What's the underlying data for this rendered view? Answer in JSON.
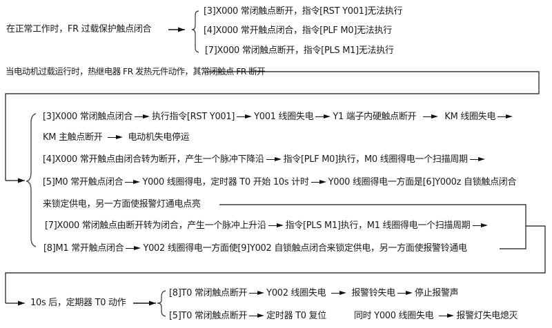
{
  "normal": {
    "condition": "在正常工作时，FR 过载保护触点闭合",
    "results": [
      "[3]X000 常闭触点断开，指令[RST Y001]无法执行",
      "[4]X000 常开触点闭合，指令[PLF M0]无法执行",
      "[7]X000 常闭触点断开，指令[PLS M1]无法执行"
    ]
  },
  "overload": {
    "condition": "当电动机过载运行时，热继电器 FR 发热元件动作，其常闭触点 FR 断开"
  },
  "sequence": {
    "row1": [
      "[3]X000 常闭触点闭合",
      "执行指令[RST Y001]",
      "Y001 线圈失电",
      "Y1 端子内硬触点断开",
      "KM 线圈失电"
    ],
    "row2": [
      "KM 主触点断开",
      "电动机失电停运"
    ],
    "row3": [
      "[4]X000 常开触点由闭合转为断开，产生一个脉冲下降沿",
      "指令[PLF   M0]执行，M0 线圈得电一个扫描周期"
    ],
    "row4": [
      "[5]M0 常开触点闭合",
      "Y000 线圈得电，定时器 T0 开始 10s 计时",
      "Y000 线圈得电一方面是[6]Y000z 自锁触点闭合"
    ],
    "row5": "来锁定供电，另一方面使报警灯通电点亮",
    "row6": [
      "[7]X000 常闭触点由断开转为闭合，产生一个脉冲上升沿",
      "指令[PLS M1]执行，M1 线圈得电一个扫描周期"
    ],
    "row7": [
      "[8]M1 常开触点闭合",
      "Y002 线圈得电一方面使[9]Y002 自锁触点闭合来锁定供电，另一方面使报警铃通电"
    ]
  },
  "timer": {
    "condition": "10s 后，定期器 T0 动作",
    "branch1": [
      "[8]T0 常闭触点断开",
      "Y002 线圈失电",
      "报警铃失电",
      "停止报警声"
    ],
    "branch2": [
      "[5]T0 常闭触点断开",
      "定时器 T0 复位",
      "同时 Y000 线圈失电",
      "报警灯失电熄灭"
    ]
  }
}
